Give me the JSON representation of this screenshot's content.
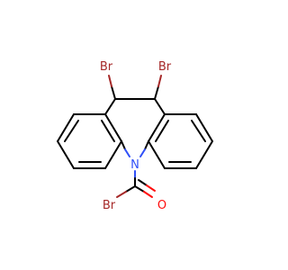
{
  "molecule": {
    "atoms": {
      "br_top_left": "Br",
      "br_top_right": "Br",
      "nitrogen": "N",
      "br_acyl": "Br",
      "oxygen": "O"
    }
  },
  "colors": {
    "bond": "#000000",
    "bromine": "#a62929",
    "nitrogen": "#3050f8",
    "oxygen": "#ff0d0d",
    "background": "#ffffff"
  }
}
